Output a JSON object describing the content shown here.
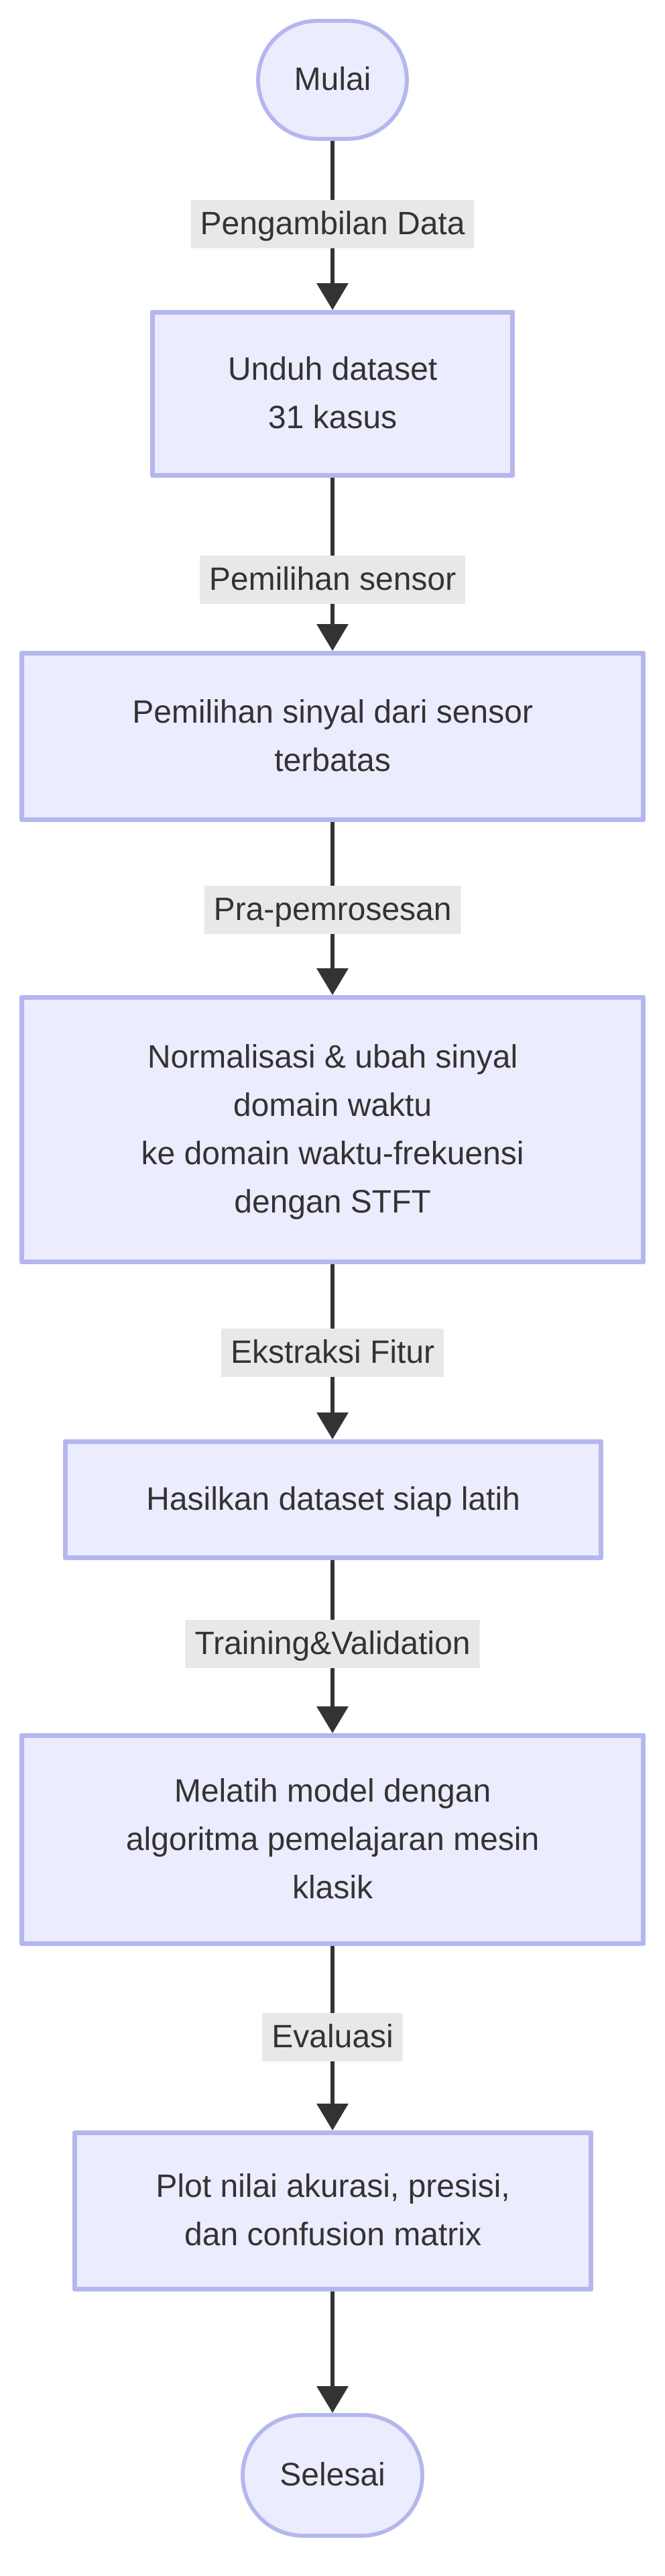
{
  "diagram": {
    "type": "flowchart",
    "direction": "top-down",
    "colors": {
      "node_fill": "#ECECFF",
      "node_border": "#B4B7EE",
      "text": "#333333",
      "edge": "#333333",
      "edge_label_bg": "#E8E8E8",
      "background": "#FFFFFF"
    },
    "nodes": [
      {
        "id": "start",
        "shape": "stadium",
        "label": "Mulai"
      },
      {
        "id": "download",
        "shape": "rectangle",
        "label": [
          "Unduh dataset",
          "31 kasus"
        ]
      },
      {
        "id": "select",
        "shape": "rectangle",
        "label": [
          "Pemilihan sinyal dari sensor",
          "terbatas"
        ]
      },
      {
        "id": "preprocess",
        "shape": "rectangle",
        "label": [
          "Normalisasi & ubah sinyal",
          "domain waktu",
          "ke domain waktu-frekuensi",
          "dengan STFT"
        ]
      },
      {
        "id": "feature",
        "shape": "rectangle",
        "label": "Hasilkan dataset siap latih"
      },
      {
        "id": "train",
        "shape": "rectangle",
        "label": [
          "Melatih model dengan",
          "algoritma pemelajaran mesin",
          "klasik"
        ]
      },
      {
        "id": "plot",
        "shape": "rectangle",
        "label": [
          "Plot nilai akurasi, presisi,",
          "dan confusion matrix"
        ]
      },
      {
        "id": "end",
        "shape": "stadium",
        "label": "Selesai"
      }
    ],
    "edges": [
      {
        "from": "start",
        "to": "download",
        "label": "Pengambilan Data"
      },
      {
        "from": "download",
        "to": "select",
        "label": "Pemilihan sensor"
      },
      {
        "from": "select",
        "to": "preprocess",
        "label": "Pra-pemrosesan"
      },
      {
        "from": "preprocess",
        "to": "feature",
        "label": "Ekstraksi Fitur"
      },
      {
        "from": "feature",
        "to": "train",
        "label": "Training&Validation"
      },
      {
        "from": "train",
        "to": "plot",
        "label": "Evaluasi"
      },
      {
        "from": "plot",
        "to": "end",
        "label": ""
      }
    ]
  }
}
